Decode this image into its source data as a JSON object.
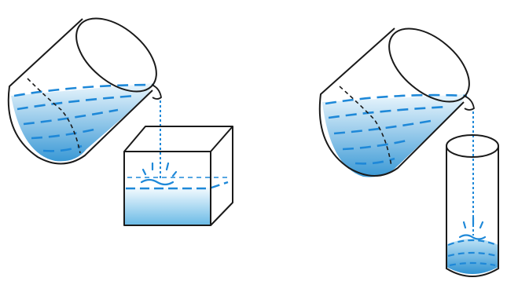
{
  "figure": {
    "left_panel": {
      "pouring_vessel": "tilted-beaker",
      "receiving_vessel": "cube"
    },
    "right_panel": {
      "pouring_vessel": "tilted-beaker",
      "receiving_vessel": "cylinder"
    },
    "colors": {
      "outline": "#1a1a1a",
      "water_light": "#e8f5fc",
      "water_dark": "#2b8fd0",
      "water_dash": "#1e88d8"
    }
  }
}
